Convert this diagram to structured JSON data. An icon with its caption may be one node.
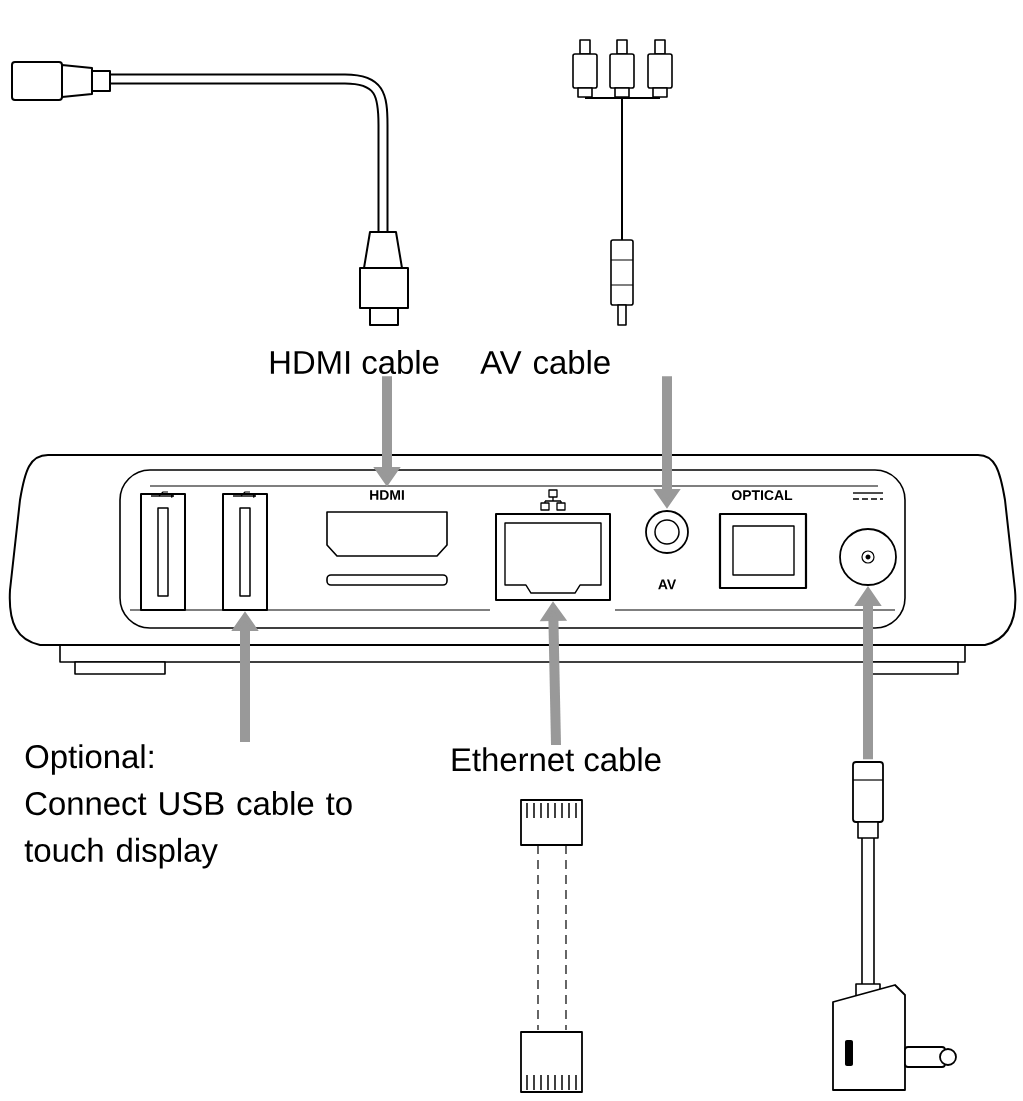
{
  "diagram": {
    "nodes": [
      {
        "text": [
          "HDMI cable"
        ]
      },
      {
        "text": [
          "AV cable"
        ]
      },
      {
        "text": [],
        "shape": "box"
      },
      {
        "text": [],
        "shape": "box",
        "in": 2
      },
      {
        "text": [],
        "shape": "box",
        "in": 2
      },
      {
        "text": [
          "HDMI"
        ],
        "in": 2
      },
      {
        "text": [],
        "shape": "box",
        "in": 2
      },
      {
        "text": [
          "AV"
        ],
        "in": 2
      },
      {
        "text": [
          "OPTICAL"
        ],
        "in": 2
      },
      {
        "text": [],
        "shape": "circle",
        "in": 2
      },
      {
        "text": [
          "Optional:",
          "Connect USB cable to touch display"
        ]
      },
      {
        "text": [
          "Ethernet cable"
        ]
      },
      {
        "text": [],
        "shape": "picture"
      }
    ],
    "edges": [
      {
        "from": 0,
        "to": 5,
        "arrow": "to"
      },
      {
        "from": 1,
        "to": 7,
        "arrow": "to"
      },
      {
        "from": 10,
        "to": 4,
        "arrow": "to"
      },
      {
        "from": 11,
        "to": 6,
        "arrow": "to"
      },
      {
        "from": 12,
        "to": 9,
        "arrow": "to"
      }
    ]
  }
}
